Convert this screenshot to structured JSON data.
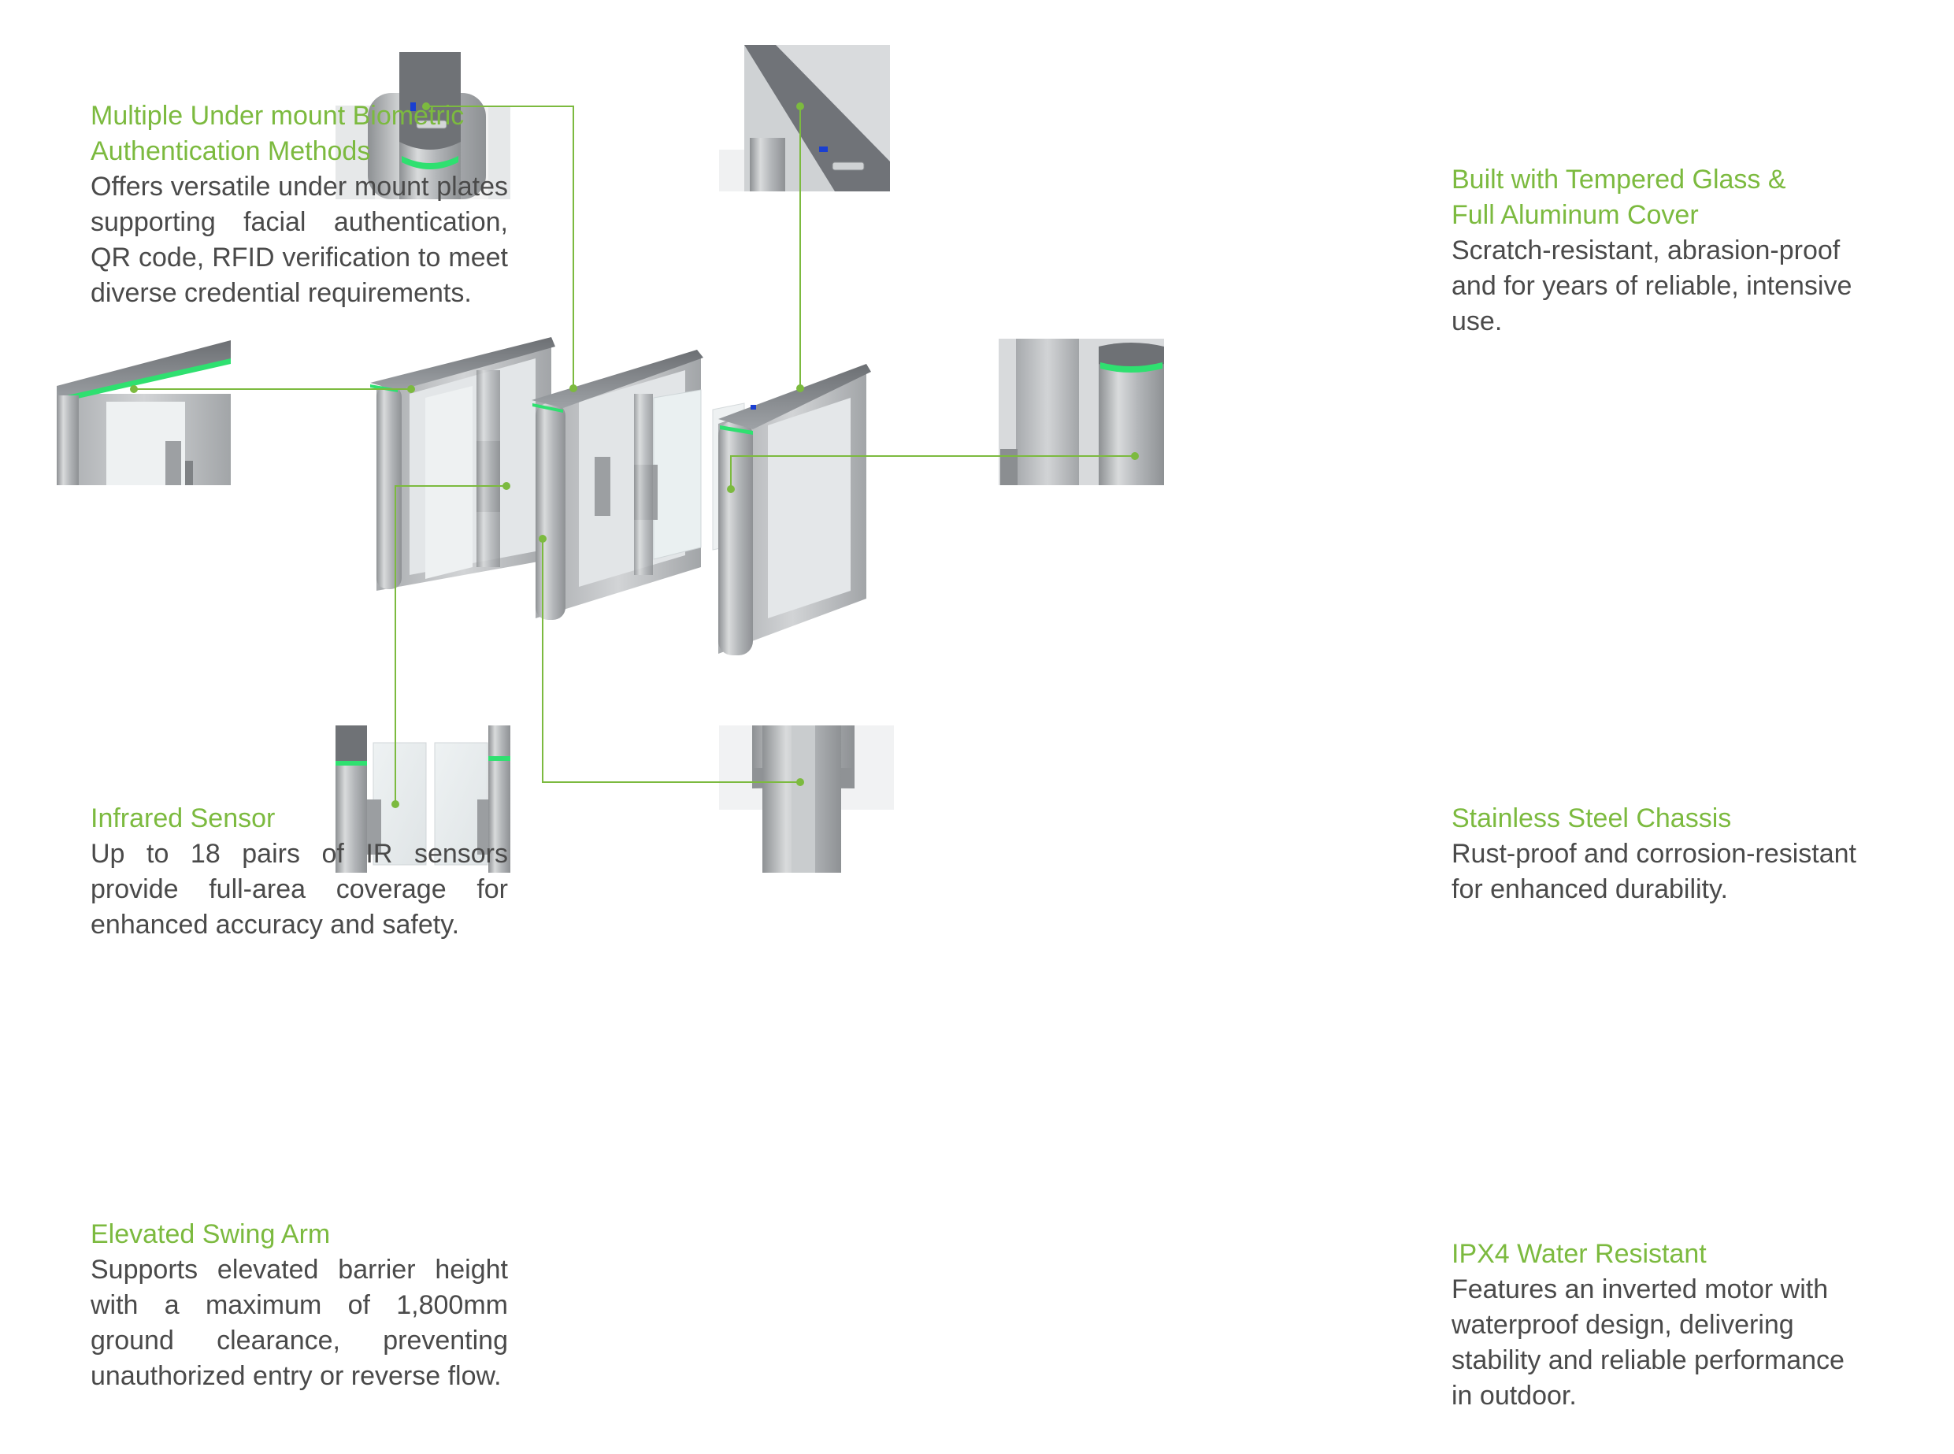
{
  "features": [
    {
      "id": "biometric",
      "title_lines": [
        "Multiple Under mount Biometric",
        "Authentication Methods"
      ],
      "body": "Offers versatile under mount plates supporting facial authentication, QR code, RFID verification to meet diverse credential requirements."
    },
    {
      "id": "glass",
      "title_lines": [
        "Built with Tempered Glass &",
        "Full Aluminum Cover"
      ],
      "body": "Scratch-resistant, abrasion-proof and for years of reliable, intensive use."
    },
    {
      "id": "infrared",
      "title_lines": [
        "Infrared Sensor"
      ],
      "body": "Up to 18 pairs of IR sensors provide full-area coverage for enhanced accuracy and safety."
    },
    {
      "id": "chassis",
      "title_lines": [
        "Stainless Steel Chassis"
      ],
      "body": "Rust-proof and corrosion-resistant for enhanced durability."
    },
    {
      "id": "swing",
      "title_lines": [
        "Elevated Swing Arm"
      ],
      "body": "Supports elevated barrier height with a maximum of 1,800mm ground clearance, preventing unauthorized entry or reverse flow."
    },
    {
      "id": "water",
      "title_lines": [
        "IPX4 Water Resistant"
      ],
      "body": "Features an inverted motor with waterproof design, delivering stability and reliable performance in outdoor."
    }
  ],
  "colors": {
    "accent": "#7cba3f",
    "text": "#4a4a4a",
    "steel": "#b9bcbf",
    "indicator": "#2fe070",
    "reader": "#1a3fd1"
  }
}
